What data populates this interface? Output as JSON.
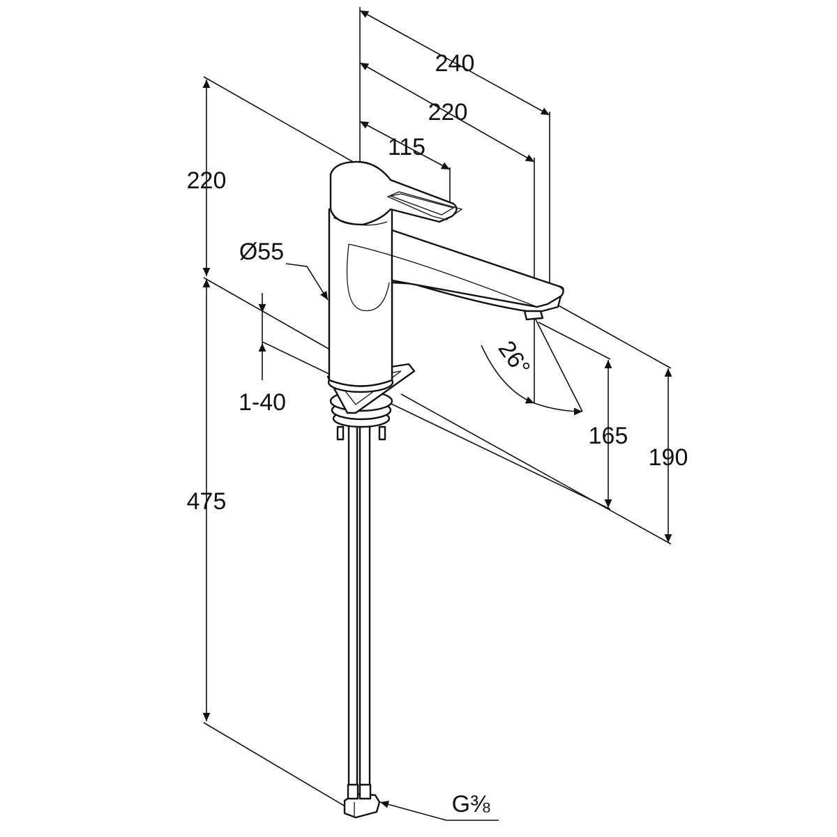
{
  "drawing": {
    "title": "Single lever basin mixer dimension drawing",
    "dimensions": {
      "reach_total": "240",
      "reach_spout": "220",
      "handle_reach": "115",
      "height_above_base": "220",
      "body_diameter": "Ø55",
      "deck_thickness": "1-40",
      "spout_angle": "26°",
      "spout_height_outlet": "165",
      "spout_height_top": "190",
      "hose_length": "475",
      "connection_thread": "G⅜"
    },
    "colors": {
      "line": "#111111",
      "background": "#ffffff"
    }
  }
}
